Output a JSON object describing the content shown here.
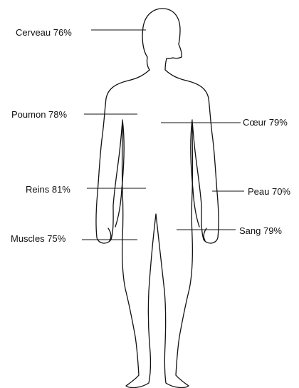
{
  "diagram": {
    "style": {
      "line_color": "#111111",
      "text_color": "#111111",
      "background": "#ffffff"
    },
    "labels": [
      {
        "key": "cerveau",
        "text": "Cerveau 76%"
      },
      {
        "key": "poumon",
        "text": "Poumon 78%"
      },
      {
        "key": "coeur",
        "text": "Cœur 79%"
      },
      {
        "key": "reins",
        "text": "Reins 81%"
      },
      {
        "key": "peau",
        "text": "Peau  70%"
      },
      {
        "key": "sang",
        "text": "Sang 79%"
      },
      {
        "key": "muscles",
        "text": "Muscles  75%"
      }
    ]
  }
}
